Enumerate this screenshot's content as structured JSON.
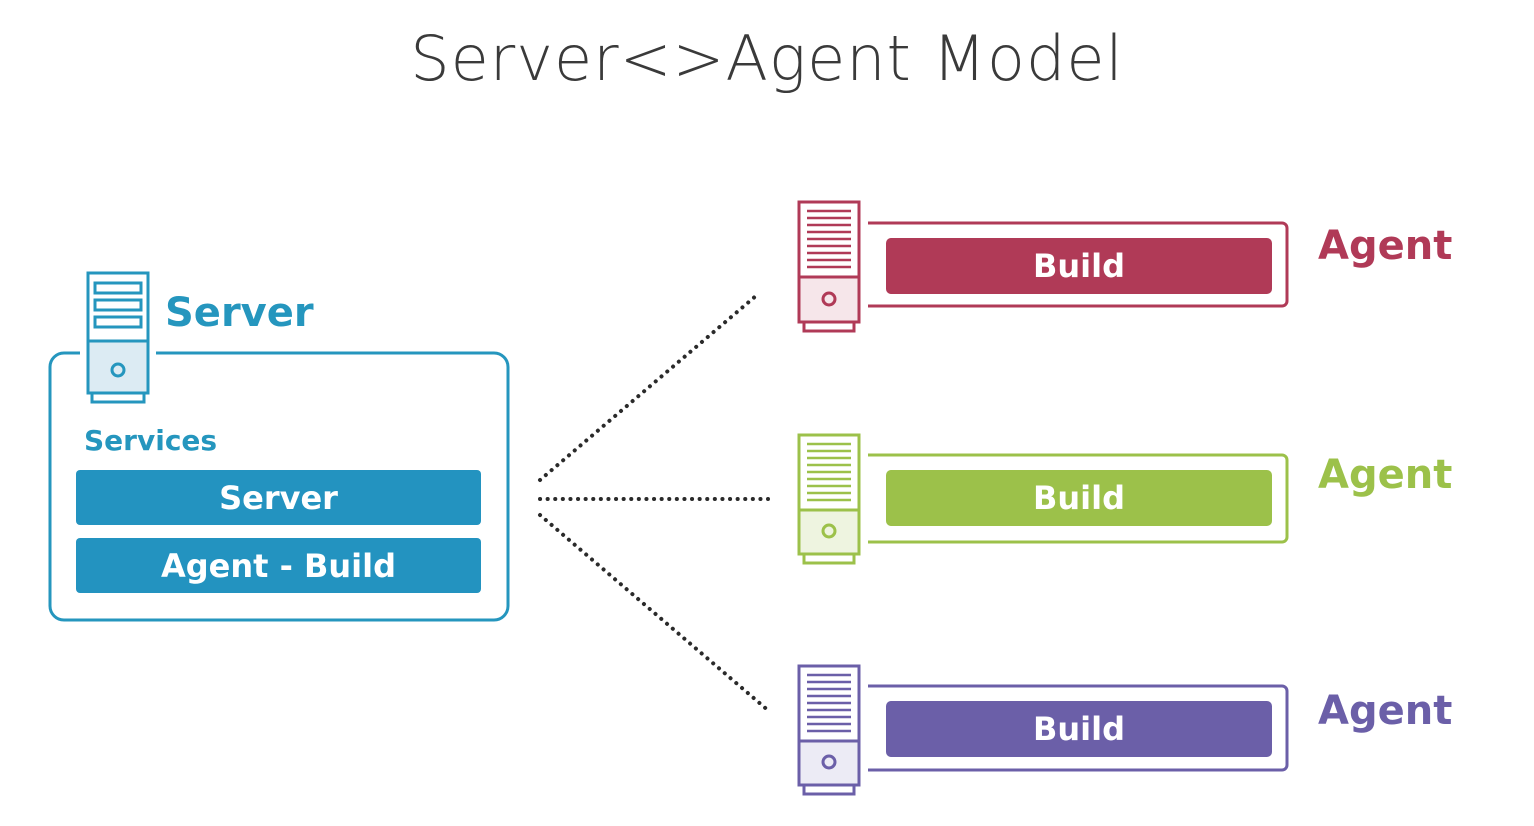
{
  "title": "Server<>Agent Model",
  "server": {
    "label": "Server",
    "services_label": "Services",
    "services": [
      "Server",
      "Agent - Build"
    ],
    "color": "#2596be"
  },
  "agents": [
    {
      "label": "Agent",
      "build": "Build",
      "color": "#b03a57"
    },
    {
      "label": "Agent",
      "build": "Build",
      "color": "#9cc14a"
    },
    {
      "label": "Agent",
      "build": "Build",
      "color": "#6b5fa8"
    }
  ]
}
